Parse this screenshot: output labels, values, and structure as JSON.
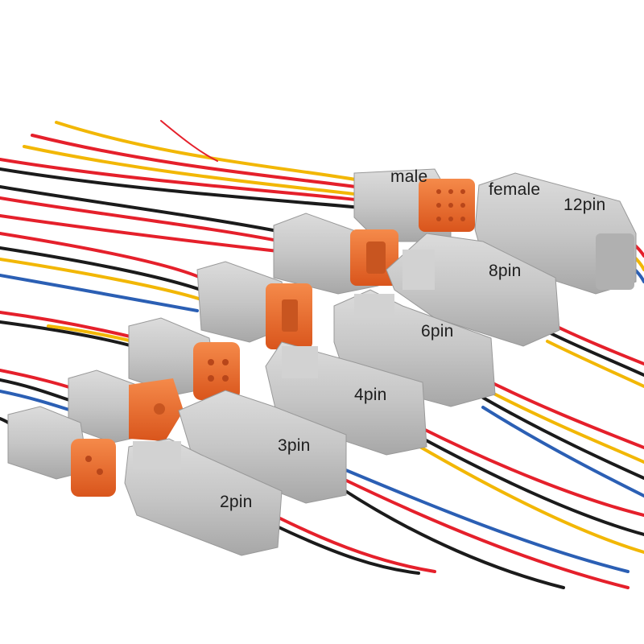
{
  "labels": {
    "male": "male",
    "female": "female",
    "pin12": "12pin",
    "pin8": "8pin",
    "pin6": "6pin",
    "pin4": "4pin",
    "pin3": "3pin",
    "pin2": "2pin"
  },
  "colors": {
    "background": "#ffffff",
    "housing": "#c7c7c7",
    "housing_shade": "#a9a9a9",
    "seal": "#ee6a2c",
    "wire_red": "#e5202b",
    "wire_black": "#1b1b1b",
    "wire_yellow": "#f2b705",
    "wire_blue": "#2b5fb4"
  },
  "icons": {
    "subject": "wire-harness-connector-icon"
  }
}
